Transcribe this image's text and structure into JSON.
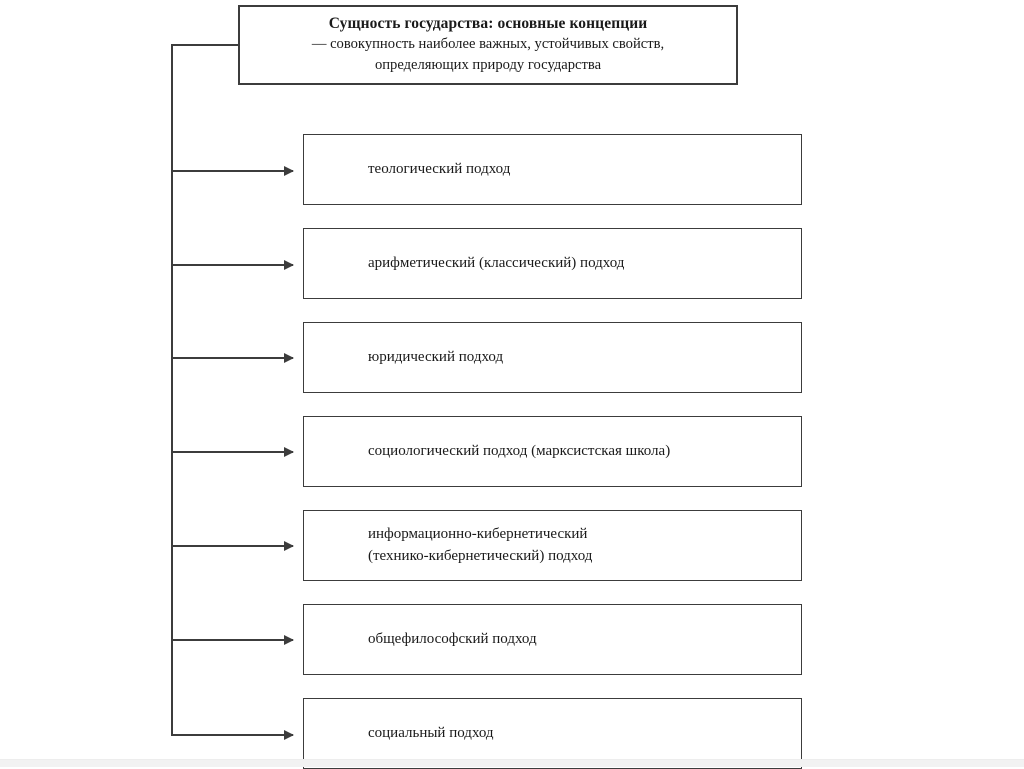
{
  "diagram": {
    "root": {
      "title": "Сущность государства: основные концепции",
      "subtitle_line1": "— совокупность наиболее важных, устойчивых свойств,",
      "subtitle_line2": "определяющих природу государства"
    },
    "nodes": [
      {
        "line1": "теологический подход",
        "line2": ""
      },
      {
        "line1": "арифметический (классический) подход",
        "line2": ""
      },
      {
        "line1": "юридический подход",
        "line2": ""
      },
      {
        "line1": "социологический подход (марксистская школа)",
        "line2": ""
      },
      {
        "line1": "информационно-кибернетический",
        "line2": "(технико-кибернетический) подход"
      },
      {
        "line1": "общефилософский подход",
        "line2": ""
      },
      {
        "line1": "социальный подход",
        "line2": ""
      }
    ],
    "colors": {
      "background": "#ffffff",
      "border": "#3c3c3c",
      "text": "#1a1a1a",
      "connector": "#3c3c3c"
    }
  }
}
